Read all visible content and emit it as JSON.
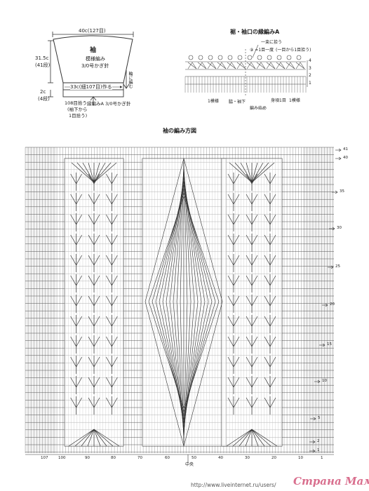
{
  "sleeve_schematic": {
    "top_width": "40c(127目)",
    "height": "31.5c",
    "height_rows": "(41段)",
    "name": "袖",
    "pattern": "模様編み",
    "hook": "3/0号かぎ針",
    "bottom_width": "33c(細107目)作る",
    "cuff_height": "2c",
    "cuff_rows": "(4段)",
    "pickup_1": "108目拾う",
    "pickup_2": "(袖下から",
    "pickup_3": "1目拾う)",
    "edging_label": "縁編みA 3/0号かぎ針",
    "side_note": "輪に編む"
  },
  "edging_chart": {
    "title": "裾・袖口の縁編みA",
    "note_1": "一束に拾う",
    "note_2": "⑨ =1目一度",
    "note_2b": "(一目から1目拾う)",
    "row_numbers": [
      "4",
      "3",
      "2",
      "1"
    ],
    "label_pattern": "1模様",
    "label_under": "脇・袖下",
    "label_start": "編み始め",
    "label_repeat": "身頃1目",
    "label_repeat2": "1模様"
  },
  "main_chart": {
    "title": "袖の編み方図",
    "row_numbers": [
      "41",
      "40",
      "35",
      "30",
      "25",
      "20",
      "15",
      "10",
      "5",
      "2",
      "1"
    ],
    "stitch_numbers": [
      "107",
      "100",
      "90",
      "80",
      "70",
      "60",
      "50",
      "40",
      "30",
      "20",
      "10",
      "1"
    ],
    "center_label": "中央"
  },
  "footer": {
    "url": "http://www.liveinternet.ru/users/",
    "watermark": "Страна Мам"
  }
}
